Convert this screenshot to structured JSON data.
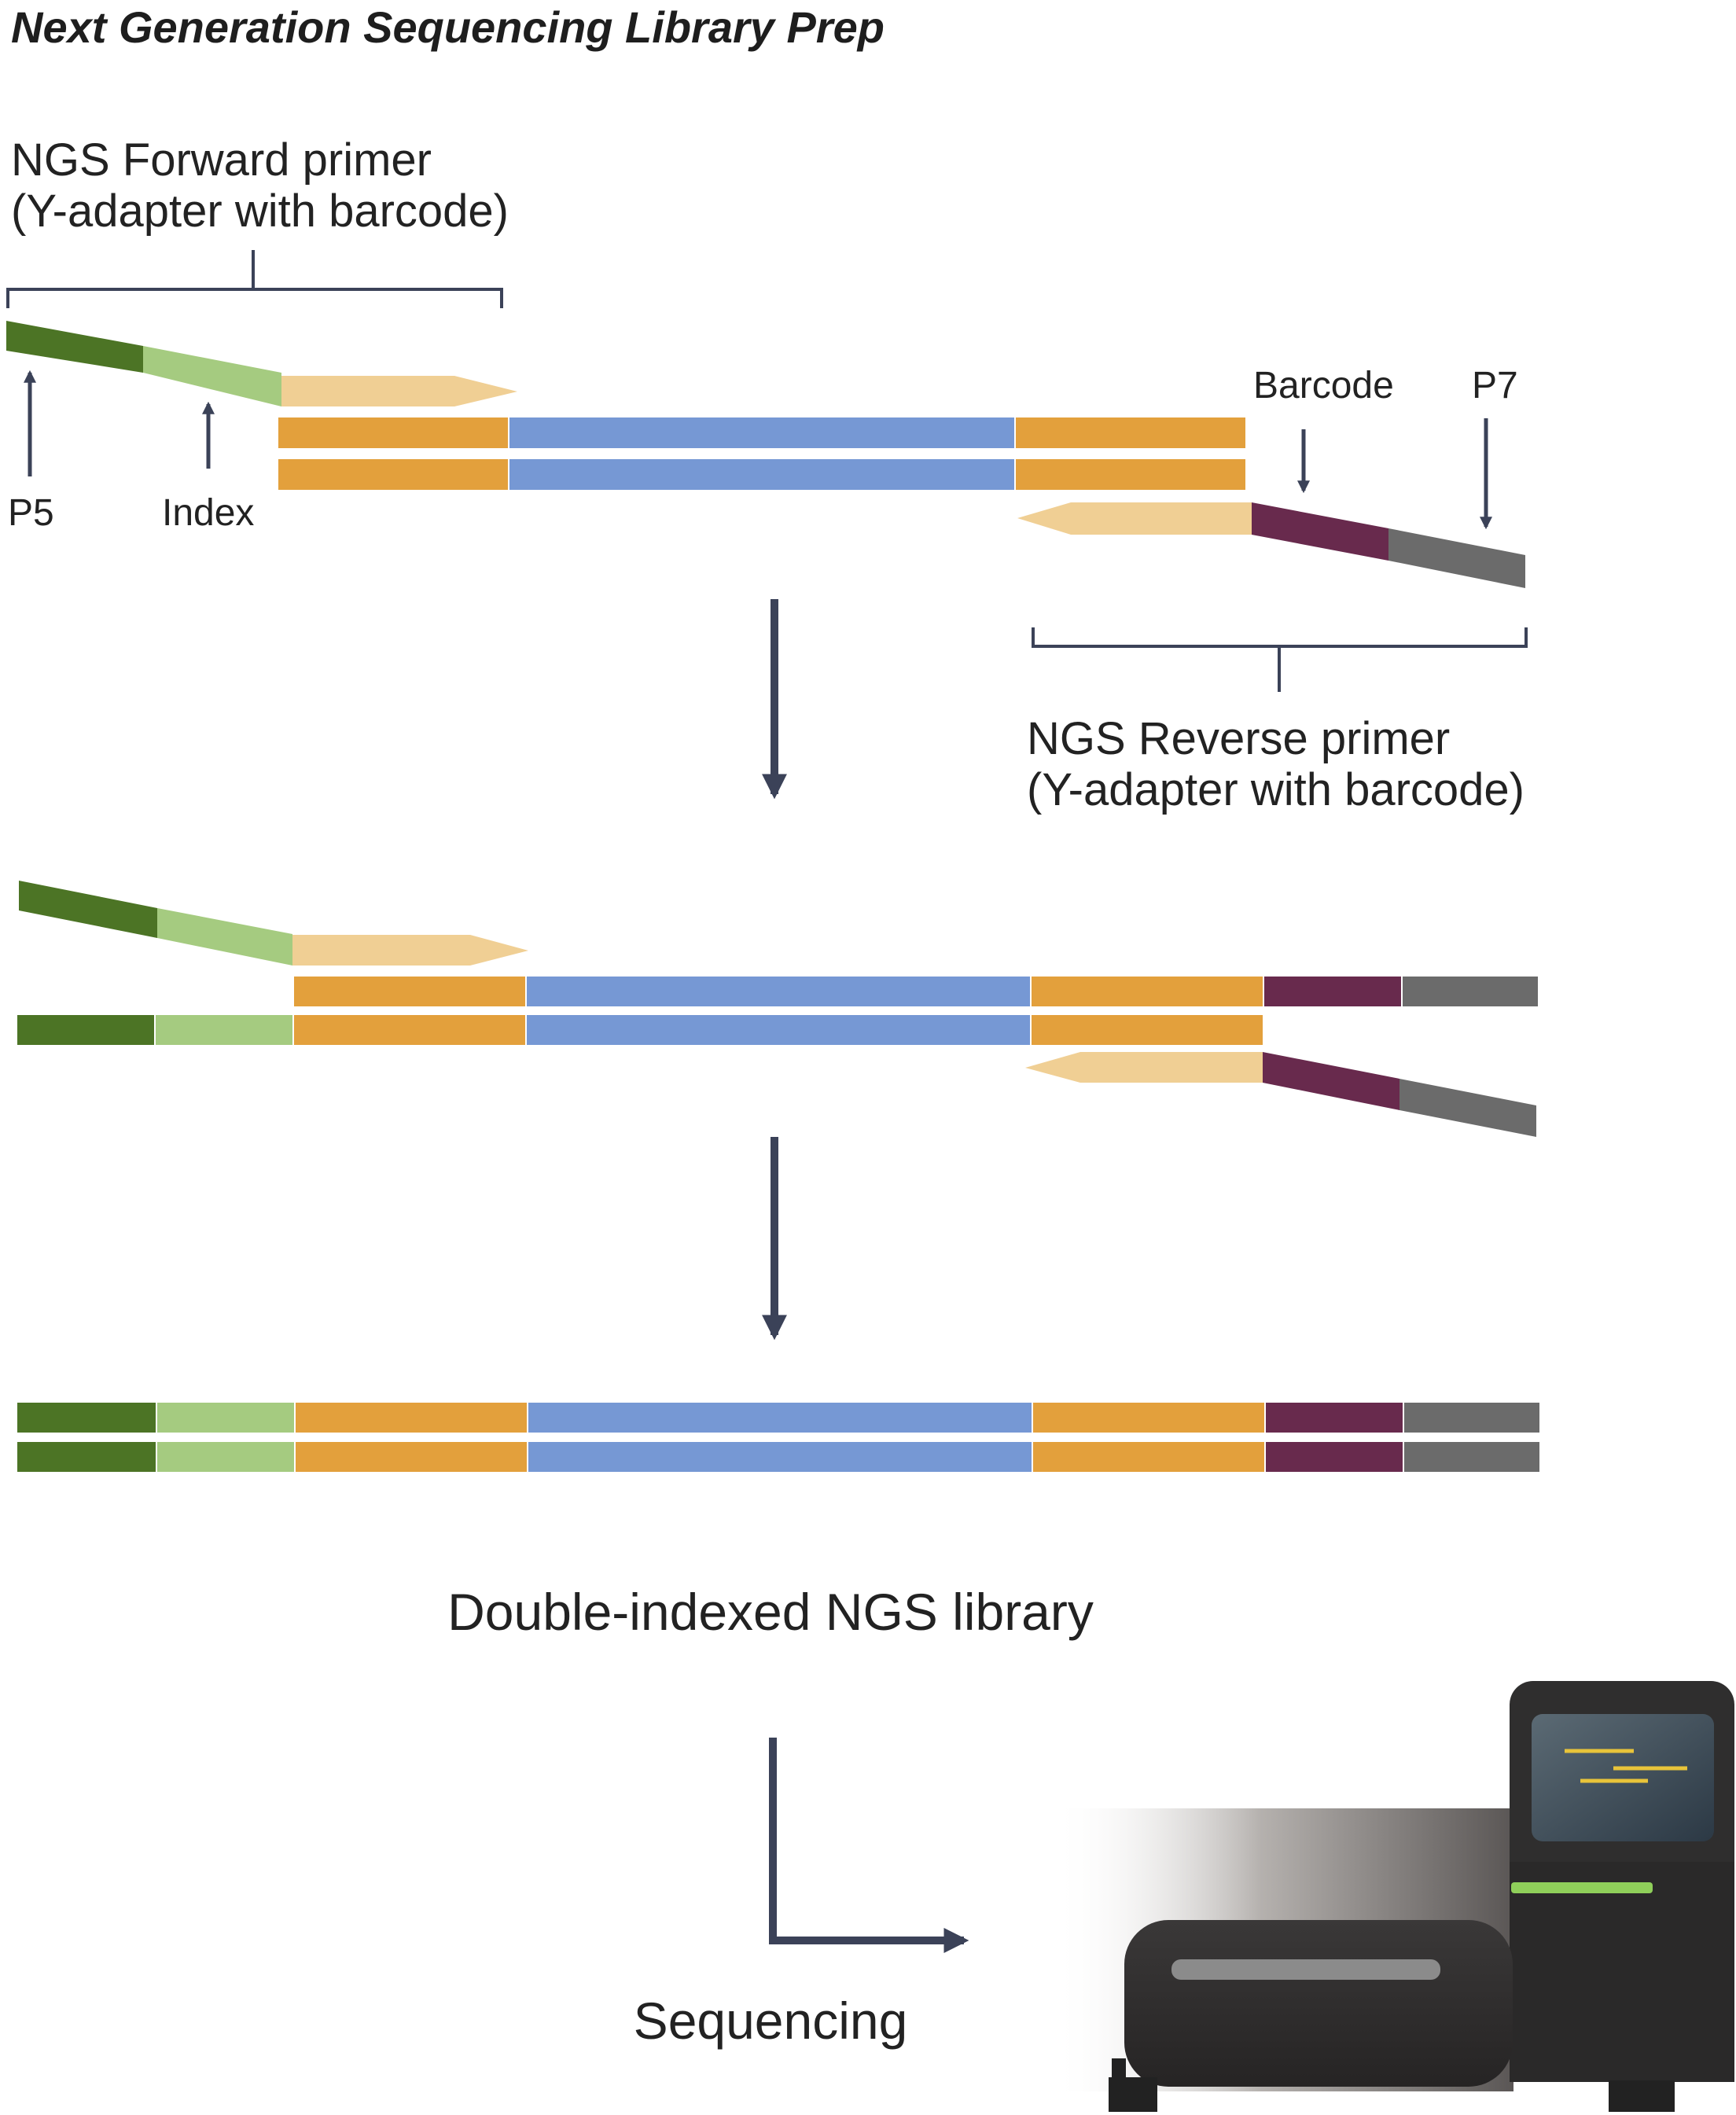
{
  "title": "Next Generation Sequencing Library Prep",
  "labels": {
    "forward_primer_line1": "NGS Forward primer",
    "forward_primer_line2": "(Y-adapter with barcode)",
    "reverse_primer_line1": "NGS Reverse primer",
    "reverse_primer_line2": "(Y-adapter with barcode)",
    "p5": "P5",
    "index": "Index",
    "barcode": "Barcode",
    "p7": "P7",
    "library": "Double-indexed NGS library",
    "sequencing": "Sequencing"
  },
  "colors": {
    "p5_dark_green": "#4c7425",
    "index_light_green": "#a5cb80",
    "primer_light": "#f0cf94",
    "adapter_orange": "#e3a03c",
    "insert_blue": "#7698d4",
    "barcode_maroon": "#682a4d",
    "p7_gray": "#6b6b6b",
    "arrow_navy": "#3b4258"
  },
  "icons": {
    "sequencer": "sequencer-machine-icon"
  }
}
